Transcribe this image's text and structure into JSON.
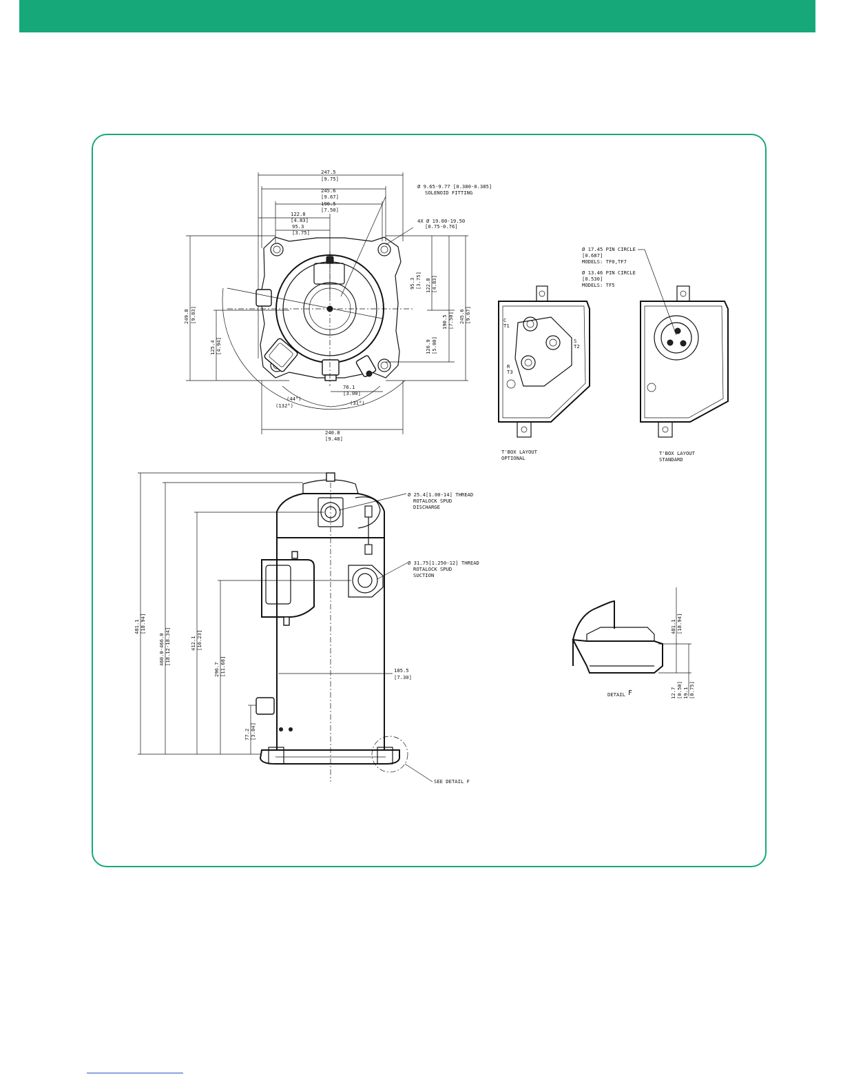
{
  "colors": {
    "accent": "#16a879",
    "footnote_line": "#2b4fc4"
  },
  "top_view": {
    "dims": {
      "d1": "247.5",
      "d1i": "[9.75]",
      "d2": "245.6",
      "d2i": "[9.67]",
      "d3": "190.5",
      "d3i": "[7.50]",
      "d4": "122.8",
      "d4i": "[4.83]",
      "d5": "95.3",
      "d5i": "[3.75]",
      "left1": "249.8",
      "left1i": "[9.83]",
      "left2": "125.4",
      "left2i": "[4.94]",
      "r1": "95.3",
      "r1i": "[3.75]",
      "r2": "122.8",
      "r2i": "[4.83]",
      "r3": "126.9",
      "r3i": "[5.00]",
      "r4": "190.5",
      "r4i": "[7.50]",
      "r5": "245.6",
      "r5i": "[9.67]",
      "b1": "76.1",
      "b1i": "[3.00]",
      "b2": "240.8",
      "b2i": "[9.48]",
      "angle1": "(44°)",
      "angle2": "(132°)",
      "angle3": "(31°)"
    },
    "callouts": {
      "solenoid_1": "Ø 9.65-9.77 [0.380-0.385]",
      "solenoid_2": "SOLENOID FITTING",
      "mount_1": "4X  Ø 19.00-19.50",
      "mount_2": "[0.75-0.76]"
    }
  },
  "tbox": {
    "pin_1": "Ø 17.45 PIN CIRCLE",
    "pin_2": "[0.687]",
    "pin_3": "MODELS: TF0,TF7",
    "pin_4": "Ø 13.46 PIN CIRCLE",
    "pin_5": "[0.530]",
    "pin_6": "MODELS: TF5",
    "term_c": "C",
    "term_t1": "T1",
    "term_s": "S",
    "term_t2": "T2",
    "term_r": "R",
    "term_t3": "T3",
    "optional_1": "T'BOX LAYOUT",
    "optional_2": "OPTIONAL",
    "standard_1": "T'BOX LAYOUT",
    "standard_2": "STANDARD"
  },
  "side_view": {
    "discharge_1": "Ø 25.4[1.00-14] THREAD",
    "discharge_2": "ROTALOCK SPUD",
    "discharge_3": "DISCHARGE",
    "suction_1": "Ø 31.75[1.250-12] THREAD",
    "suction_2": "ROTALOCK SPUD",
    "suction_3": "SUCTION",
    "h1": "481.1",
    "h1i": "[18.94]",
    "h2": "460.0-466.0",
    "h2i": "[18.12-18.34]",
    "h3": "412.1",
    "h3i": "[16.23]",
    "h4": "296.7",
    "h4i": "[11.68]",
    "h5": "77.2",
    "h5i": "[3.04]",
    "w1": "185.5",
    "w1i": "[7.30]",
    "see_detail": "SEE DETAIL  F"
  },
  "detail": {
    "label": "DETAIL",
    "letter": "F",
    "v1": "481.1",
    "v1i": "[18.94]",
    "v2": "12.7",
    "v2i": "[0.50]",
    "v3": "19.1",
    "v3i": "[0.75]"
  }
}
